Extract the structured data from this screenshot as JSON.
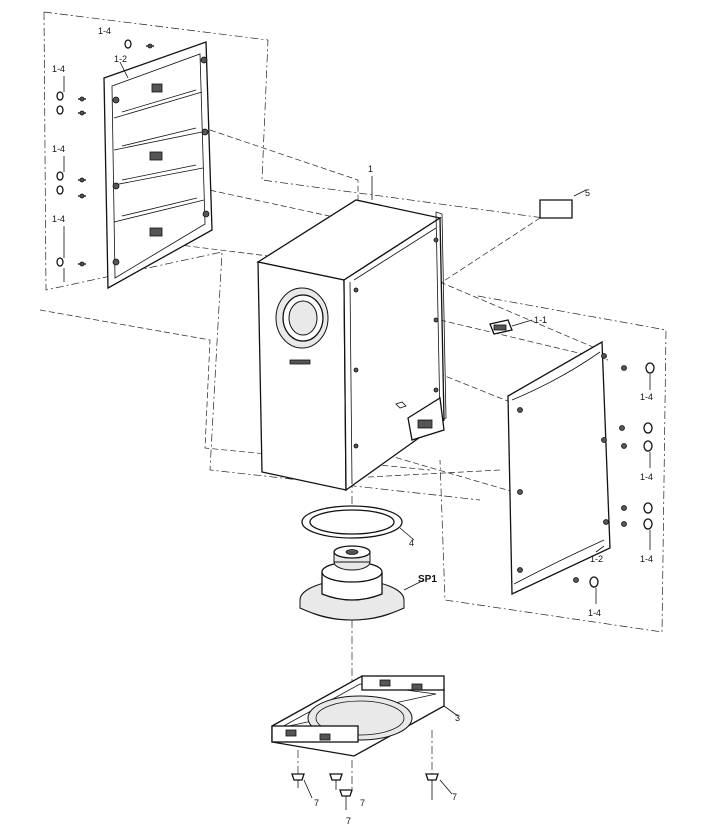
{
  "parts": {
    "cabinet": "1",
    "front_panel_left": "1-2",
    "front_panel_right": "1-2",
    "rear_clip": "1-1",
    "speaker_ring": "4",
    "woofer": "SP1",
    "base_stand": "3",
    "label_plate": "5",
    "feet": [
      "7",
      "7",
      "7",
      "7"
    ],
    "screw_labels_left": [
      "1-4",
      "1-4",
      "1-4",
      "1-4"
    ],
    "screw_labels_right": [
      "1-4",
      "1-4",
      "1-4",
      "1-4"
    ]
  }
}
